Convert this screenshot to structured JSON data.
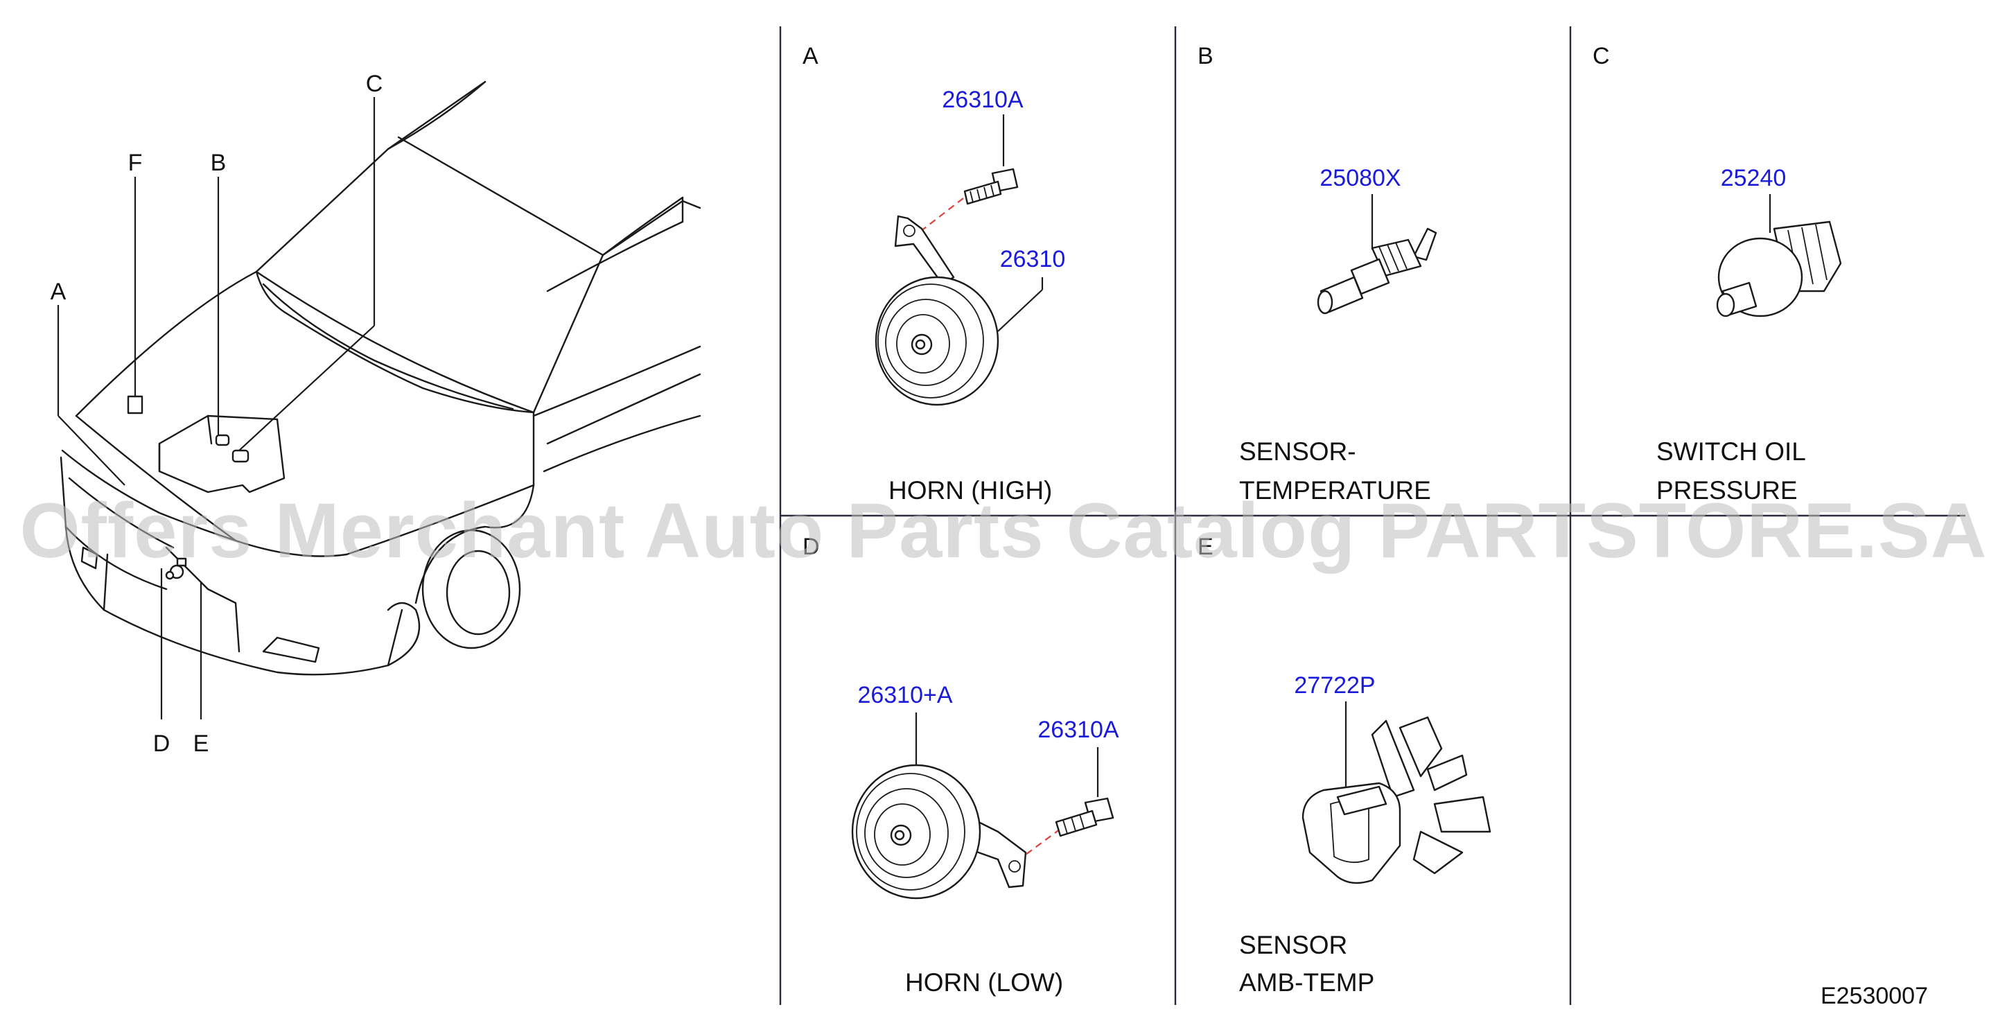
{
  "colors": {
    "part_number": "#1a1adc",
    "line": "#1a1a1a",
    "watermark": "#bdbdbd",
    "dash": "#e0403a"
  },
  "overview": {
    "callouts": [
      "A",
      "B",
      "C",
      "D",
      "E",
      "F"
    ]
  },
  "panels": {
    "A": {
      "letter": "A",
      "name_line1": "HORN  (HIGH)",
      "part_bolt": "26310A",
      "part_horn": "26310"
    },
    "B": {
      "letter": "B",
      "name_line1": "SENSOR-",
      "name_line2": "TEMPERATURE",
      "part": "25080X"
    },
    "C": {
      "letter": "C",
      "name_line1": "SWITCH  OIL",
      "name_line2": "PRESSURE",
      "part": "25240"
    },
    "D": {
      "letter": "D",
      "name_line1": "HORN  (LOW)",
      "part_horn": "26310+A",
      "part_bolt": "26310A"
    },
    "E": {
      "letter": "E",
      "name_line1": "SENSOR",
      "name_line2": "AMB-TEMP",
      "part": "27722P"
    }
  },
  "diagram_code": "E2530007",
  "watermark": "Offers Merchant Auto Parts Catalog PARTSTORE.SA"
}
